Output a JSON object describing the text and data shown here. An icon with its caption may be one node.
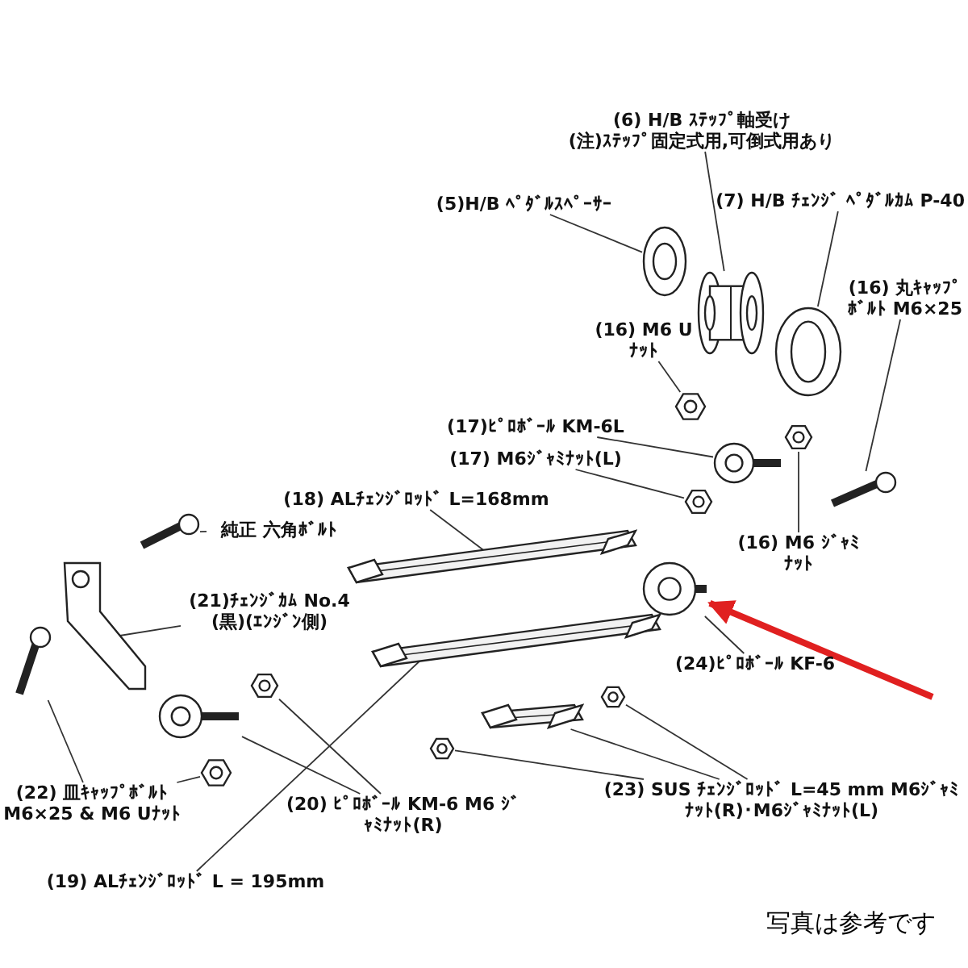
{
  "diagram": {
    "caption": "写真は参考です",
    "nodes": [
      {
        "text": [
          "(5)H/B ﾍﾟﾀﾞﾙｽﾍﾟｰｻｰ"
        ]
      },
      {
        "text": [
          "(6) H/B ｽﾃｯﾌﾟ軸受け",
          "(注)ｽﾃｯﾌﾟ固定式用,可倒式用あり"
        ]
      },
      {
        "text": [
          "(7) H/B ﾁｪﾝｼﾞ ﾍﾟﾀﾞﾙｶﾑ P-40"
        ]
      },
      {
        "text": [
          "(16) 丸ｷｬｯﾌﾟﾎﾞﾙﾄ M6×25"
        ]
      },
      {
        "text": [
          "(16) M6 Uﾅｯﾄ"
        ]
      },
      {
        "text": [
          "(17)ﾋﾟﾛﾎﾞｰﾙ KM-6L"
        ]
      },
      {
        "text": [
          "(17) M6ｼﾞｬﾐﾅｯﾄ(L)"
        ]
      },
      {
        "text": [
          "(18) ALﾁｪﾝｼﾞﾛｯﾄﾞ L=168mm"
        ]
      },
      {
        "text": [
          "(16) M6 ｼﾞｬﾐﾅｯﾄ"
        ]
      },
      {
        "text": [
          "純正 六角ﾎﾞﾙﾄ"
        ]
      },
      {
        "text": [
          "(21)ﾁｪﾝｼﾞｶﾑ No.4 (黒)(ｴﾝｼﾞﾝ側)"
        ]
      },
      {
        "text": [
          "(22) 皿ｷｬｯﾌﾟﾎﾞﾙﾄ M6×25 & M6 Uﾅｯﾄ"
        ]
      },
      {
        "text": [
          "(20) ﾋﾟﾛﾎﾞｰﾙ KM-6 M6 ｼﾞｬﾐﾅｯﾄ(R)"
        ]
      },
      {
        "text": [
          "(24)ﾋﾟﾛﾎﾞｰﾙ KF-6"
        ]
      },
      {
        "text": [
          "(23) SUS ﾁｪﾝｼﾞﾛｯﾄﾞ L=45 mm M6ｼﾞｬﾐﾅｯﾄ(R)･M6ｼﾞｬﾐﾅｯﾄ(L)"
        ]
      },
      {
        "text": [
          "(19) ALﾁｪﾝｼﾞﾛｯﾄﾞ L = 195mm"
        ]
      },
      {
        "text": [],
        "shape": "picture"
      },
      {
        "text": [],
        "shape": "picture"
      },
      {
        "text": [],
        "shape": "picture"
      },
      {
        "text": [],
        "shape": "picture"
      },
      {
        "text": [],
        "shape": "picture"
      },
      {
        "text": [],
        "shape": "picture"
      },
      {
        "text": [],
        "shape": "picture"
      },
      {
        "text": [],
        "shape": "picture"
      },
      {
        "text": [],
        "shape": "picture"
      },
      {
        "text": [],
        "shape": "picture"
      },
      {
        "text": [],
        "shape": "picture"
      },
      {
        "text": [],
        "shape": "picture"
      },
      {
        "text": [],
        "shape": "picture"
      },
      {
        "text": [],
        "shape": "picture"
      },
      {
        "text": [],
        "shape": "picture"
      },
      {
        "text": [],
        "shape": "picture"
      },
      {
        "text": [],
        "shape": "picture"
      },
      {
        "text": [],
        "shape": "picture"
      },
      {
        "text": [],
        "shape": "picture"
      },
      {
        "text": [],
        "shape": "picture"
      }
    ],
    "edges": [
      {
        "from": 0,
        "to": 16,
        "arrow": "none"
      },
      {
        "from": 1,
        "to": 17,
        "arrow": "none"
      },
      {
        "from": 2,
        "to": 18,
        "arrow": "none"
      },
      {
        "from": 3,
        "to": 19,
        "arrow": "none"
      },
      {
        "from": 4,
        "to": 20,
        "arrow": "none"
      },
      {
        "from": 5,
        "to": 21,
        "arrow": "none"
      },
      {
        "from": 6,
        "to": 22,
        "arrow": "none"
      },
      {
        "from": 7,
        "to": 23,
        "arrow": "none"
      },
      {
        "from": 8,
        "to": 24,
        "arrow": "none"
      },
      {
        "from": 9,
        "to": 25,
        "arrow": "none"
      },
      {
        "from": 10,
        "to": 26,
        "arrow": "none"
      },
      {
        "from": 11,
        "to": 27,
        "arrow": "none"
      },
      {
        "from": 11,
        "to": 28,
        "arrow": "none"
      },
      {
        "from": 12,
        "to": 29,
        "arrow": "none"
      },
      {
        "from": 12,
        "to": 30,
        "arrow": "none"
      },
      {
        "from": 13,
        "to": 32,
        "arrow": "none"
      },
      {
        "from": 14,
        "to": 33,
        "arrow": "none"
      },
      {
        "from": 14,
        "to": 34,
        "arrow": "none"
      },
      {
        "from": 14,
        "to": 35,
        "arrow": "none"
      },
      {
        "from": 15,
        "to": 31,
        "arrow": "none"
      },
      {
        "from": null,
        "to": 32,
        "arrow": "to",
        "style": "thick",
        "color": "#e02020"
      }
    ]
  }
}
